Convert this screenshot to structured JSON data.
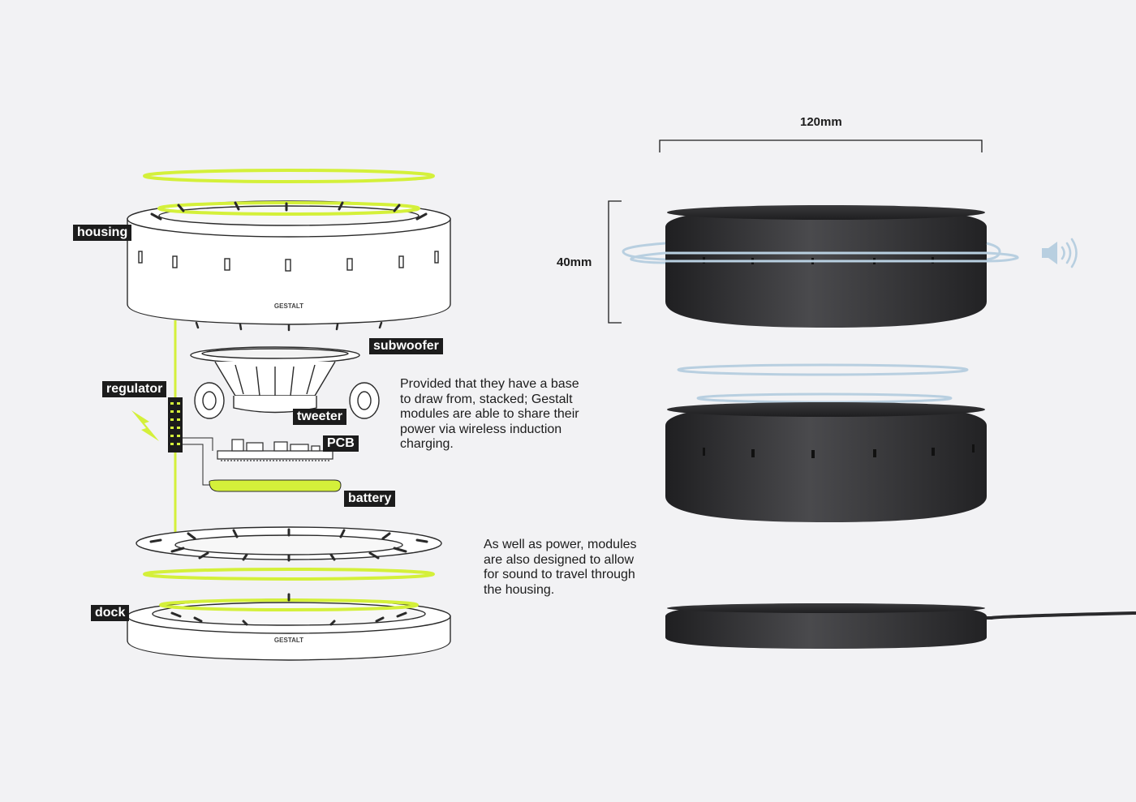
{
  "labels": {
    "housing": "housing",
    "subwoofer": "subwoofer",
    "regulator": "regulator",
    "tweeter": "tweeter",
    "pcb": "PCB",
    "battery": "battery",
    "dock": "dock"
  },
  "brand_mark": "GESTALT",
  "paragraphs": {
    "stacking": "Provided that they have a base to draw from, stacked; Gestalt modules are able to share their power via wireless induction charging.",
    "sound": "As well as power, modules are also designed to allow for sound to travel through the housing."
  },
  "dimensions": {
    "width": "120mm",
    "height": "40mm"
  },
  "colors": {
    "background": "#f2f2f4",
    "accent_lime": "#d4f03a",
    "ring_blue": "#b8cfe0",
    "module_dark": "#2a2a2c",
    "tag_bg": "#1c1c1c"
  },
  "icons": {
    "lightning": "lightning-bolt-icon",
    "speaker": "speaker-sound-icon"
  }
}
